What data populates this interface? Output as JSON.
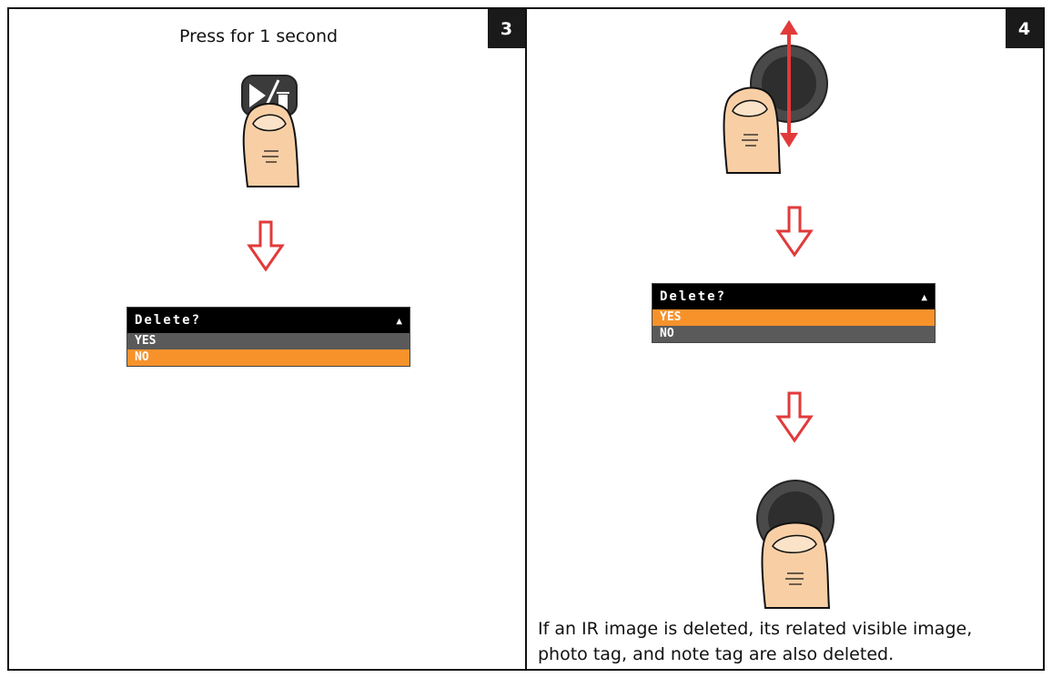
{
  "step3": {
    "badge": "3",
    "caption": "Press for 1 second",
    "menu": {
      "title": "Delete?",
      "options": [
        "YES",
        "NO"
      ],
      "selected": "NO"
    }
  },
  "step4": {
    "badge": "4",
    "menu": {
      "title": "Delete?",
      "options": [
        "YES",
        "NO"
      ],
      "selected": "YES"
    },
    "note": "If an IR image is deleted, its related visible image, photo tag, and note tag are also deleted."
  },
  "colors": {
    "arrow": "#e23a3a",
    "highlight": "#f7922b",
    "menu_header": "#000000",
    "menu_option": "#5a5a5a"
  },
  "icons": [
    "play-delete-button-icon",
    "thumb-icon",
    "down-arrow-icon",
    "navigation-knob-icon",
    "up-down-arrow-icon",
    "sort-arrows-icon"
  ]
}
